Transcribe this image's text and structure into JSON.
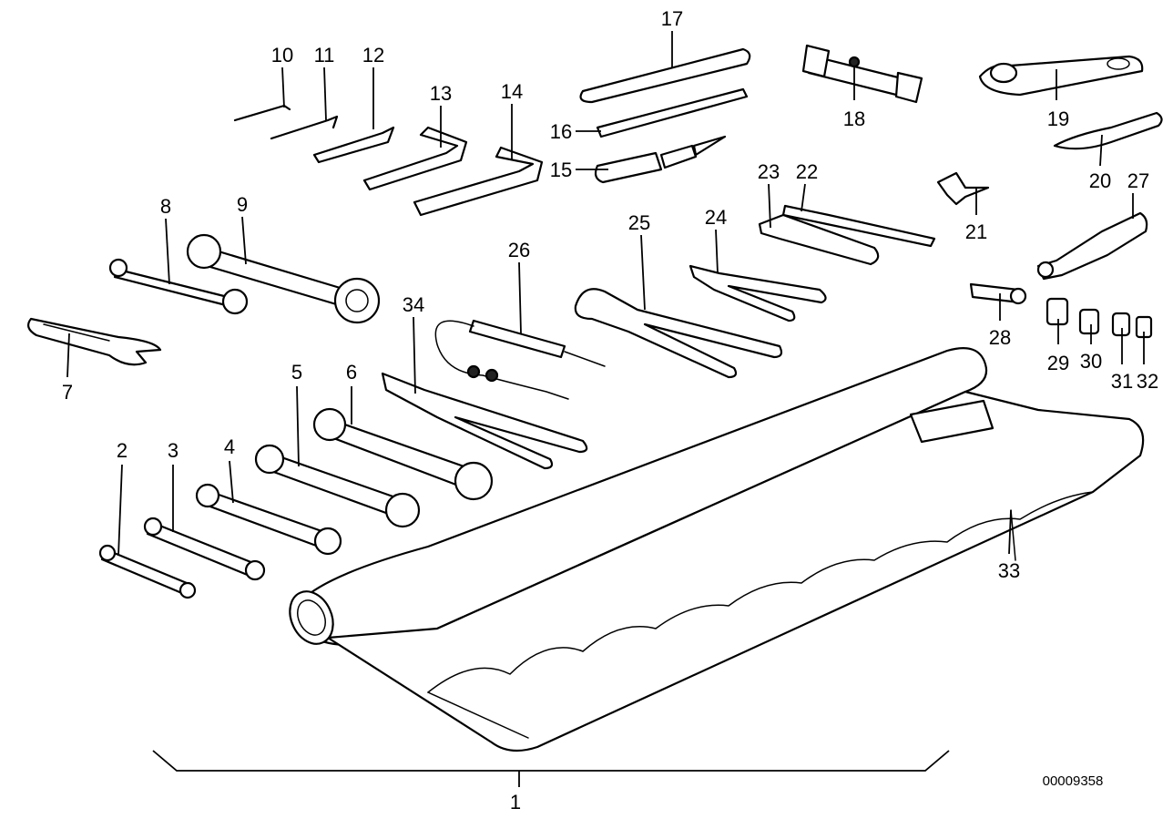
{
  "drawing_number": "00009358",
  "callouts": [
    "1",
    "2",
    "3",
    "4",
    "5",
    "6",
    "7",
    "8",
    "9",
    "10",
    "11",
    "12",
    "13",
    "14",
    "15",
    "16",
    "17",
    "18",
    "19",
    "20",
    "21",
    "22",
    "23",
    "24",
    "25",
    "26",
    "27",
    "28",
    "29",
    "30",
    "31",
    "32",
    "33",
    "34"
  ]
}
